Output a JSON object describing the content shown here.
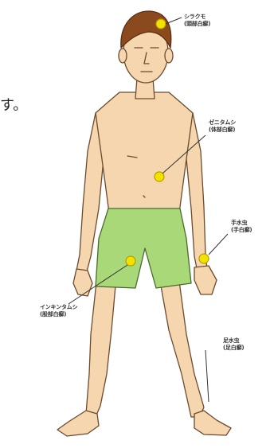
{
  "fragment_text": "す。",
  "labels": [
    {
      "id": "head",
      "line1": "シラクモ",
      "line2": "(頭部白癬)"
    },
    {
      "id": "trunk",
      "line1": "ゼニタムシ",
      "line2": "(体部白癬)"
    },
    {
      "id": "hand",
      "line1": "手水虫",
      "line2": "(手白癬)"
    },
    {
      "id": "groin",
      "line1": "インキンタムシ",
      "line2": "(股部白癬)"
    },
    {
      "id": "foot",
      "line1": "足水虫",
      "line2": "(足白癬)"
    }
  ],
  "colors": {
    "skin": "#f6d6ae",
    "skin_outline": "#6b4a2e",
    "hair": "#8b4a1e",
    "shorts": "#a8d878",
    "shorts_outline": "#4a6a2e",
    "marker": "#f2e200",
    "marker_outline": "#b89b00"
  }
}
